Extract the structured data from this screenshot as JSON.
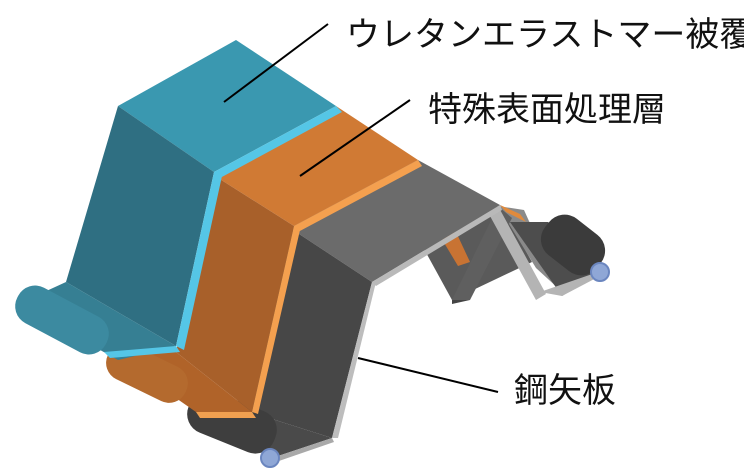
{
  "labels": {
    "coating": "ウレタンエラストマー被覆",
    "treatment": "特殊表面処理層",
    "steel": "鋼矢板"
  },
  "colors": {
    "coating_top": "#3a98b0",
    "coating_front": "#2f6f82",
    "coating_edge": "#55c6e6",
    "treatment_top": "#d07a34",
    "treatment_front": "#a85d26",
    "treatment_edge": "#f4a04f",
    "steel_top": "#6e6e6e",
    "steel_front": "#4a4a4a",
    "steel_edge": "#b9b9b9",
    "leader_line": "#000000"
  }
}
